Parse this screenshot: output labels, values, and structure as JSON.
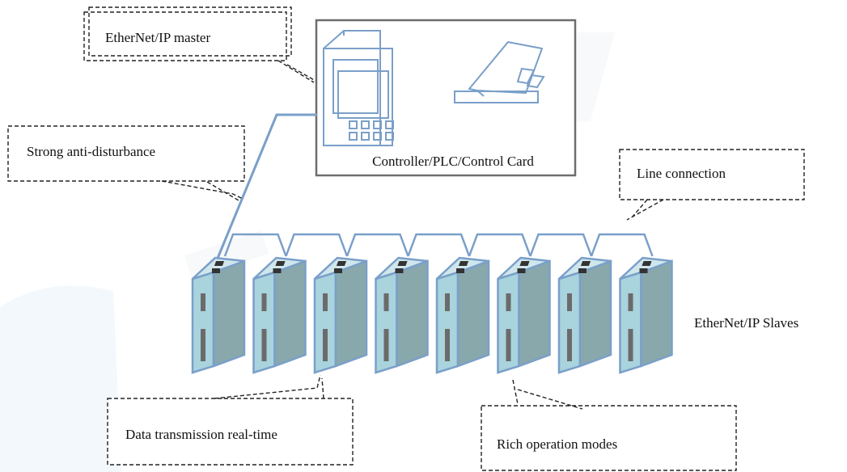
{
  "master": {
    "device_label": "Controller/PLC/Control Card"
  },
  "slaves": {
    "label": "EtherNet/IP Slaves",
    "count": 8
  },
  "callouts": {
    "master": "EtherNet/IP master",
    "anti_disturbance": "Strong anti-disturbance",
    "line_connection": "Line connection",
    "real_time": "Data transmission real-time",
    "operation_modes": "Rich operation modes"
  },
  "colors": {
    "device_stroke": "#7a9fc9",
    "device_front": "#a9d3dd",
    "device_side": "#88a8ac",
    "device_top": "#cfe6ec",
    "cable": "#7a9fc9",
    "slot": "#6b6b6b",
    "port": "#333333",
    "frame": "#6d6d6d",
    "watermark": "#e9f1f8"
  }
}
